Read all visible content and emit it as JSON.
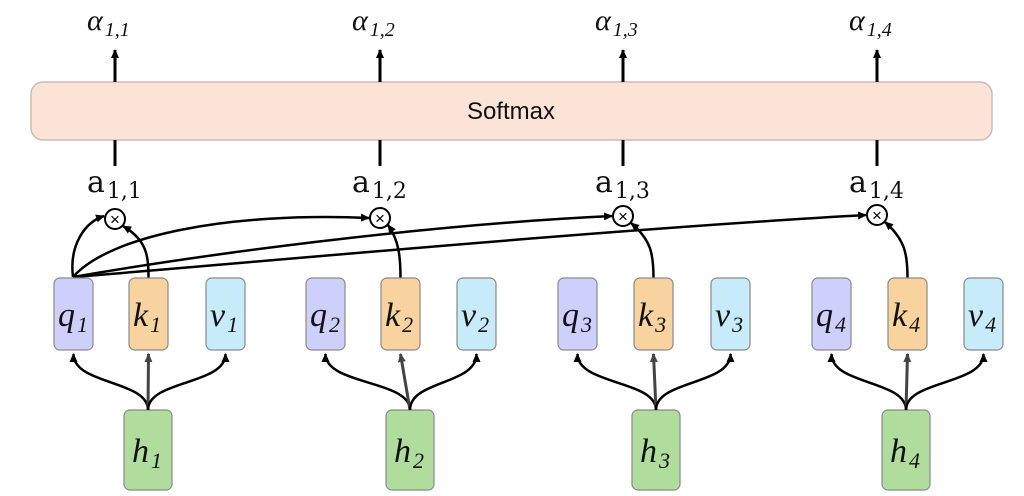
{
  "softmax": {
    "label": "Softmax",
    "fill": "#fbe4d7",
    "stroke": "#c9bcb6"
  },
  "outputs": [
    {
      "symbol": "α",
      "sub": "1,1"
    },
    {
      "symbol": "α",
      "sub": "1,2"
    },
    {
      "symbol": "α",
      "sub": "1,3"
    },
    {
      "symbol": "α",
      "sub": "1,4"
    }
  ],
  "scores": [
    {
      "symbol": "a",
      "sub": "1,1"
    },
    {
      "symbol": "a",
      "sub": "1,2"
    },
    {
      "symbol": "a",
      "sub": "1,3"
    },
    {
      "symbol": "a",
      "sub": "1,4"
    }
  ],
  "operator": {
    "glyph": "×",
    "name": "multiply"
  },
  "groups": [
    {
      "h": {
        "symbol": "h",
        "sub": "1"
      },
      "q": {
        "symbol": "q",
        "sub": "1"
      },
      "k": {
        "symbol": "k",
        "sub": "1"
      },
      "v": {
        "symbol": "v",
        "sub": "1"
      }
    },
    {
      "h": {
        "symbol": "h",
        "sub": "2"
      },
      "q": {
        "symbol": "q",
        "sub": "2"
      },
      "k": {
        "symbol": "k",
        "sub": "2"
      },
      "v": {
        "symbol": "v",
        "sub": "2"
      }
    },
    {
      "h": {
        "symbol": "h",
        "sub": "3"
      },
      "q": {
        "symbol": "q",
        "sub": "3"
      },
      "k": {
        "symbol": "k",
        "sub": "3"
      },
      "v": {
        "symbol": "v",
        "sub": "3"
      }
    },
    {
      "h": {
        "symbol": "h",
        "sub": "4"
      },
      "q": {
        "symbol": "q",
        "sub": "4"
      },
      "k": {
        "symbol": "k",
        "sub": "4"
      },
      "v": {
        "symbol": "v",
        "sub": "4"
      }
    }
  ],
  "colors": {
    "query": "#cfcffb",
    "key": "#f8d29f",
    "value": "#c8ebf9",
    "hidden": "#b0dc9d",
    "box_stroke": "#8a8a8a",
    "arrow": "#000000",
    "key_arrow": "#444444"
  }
}
